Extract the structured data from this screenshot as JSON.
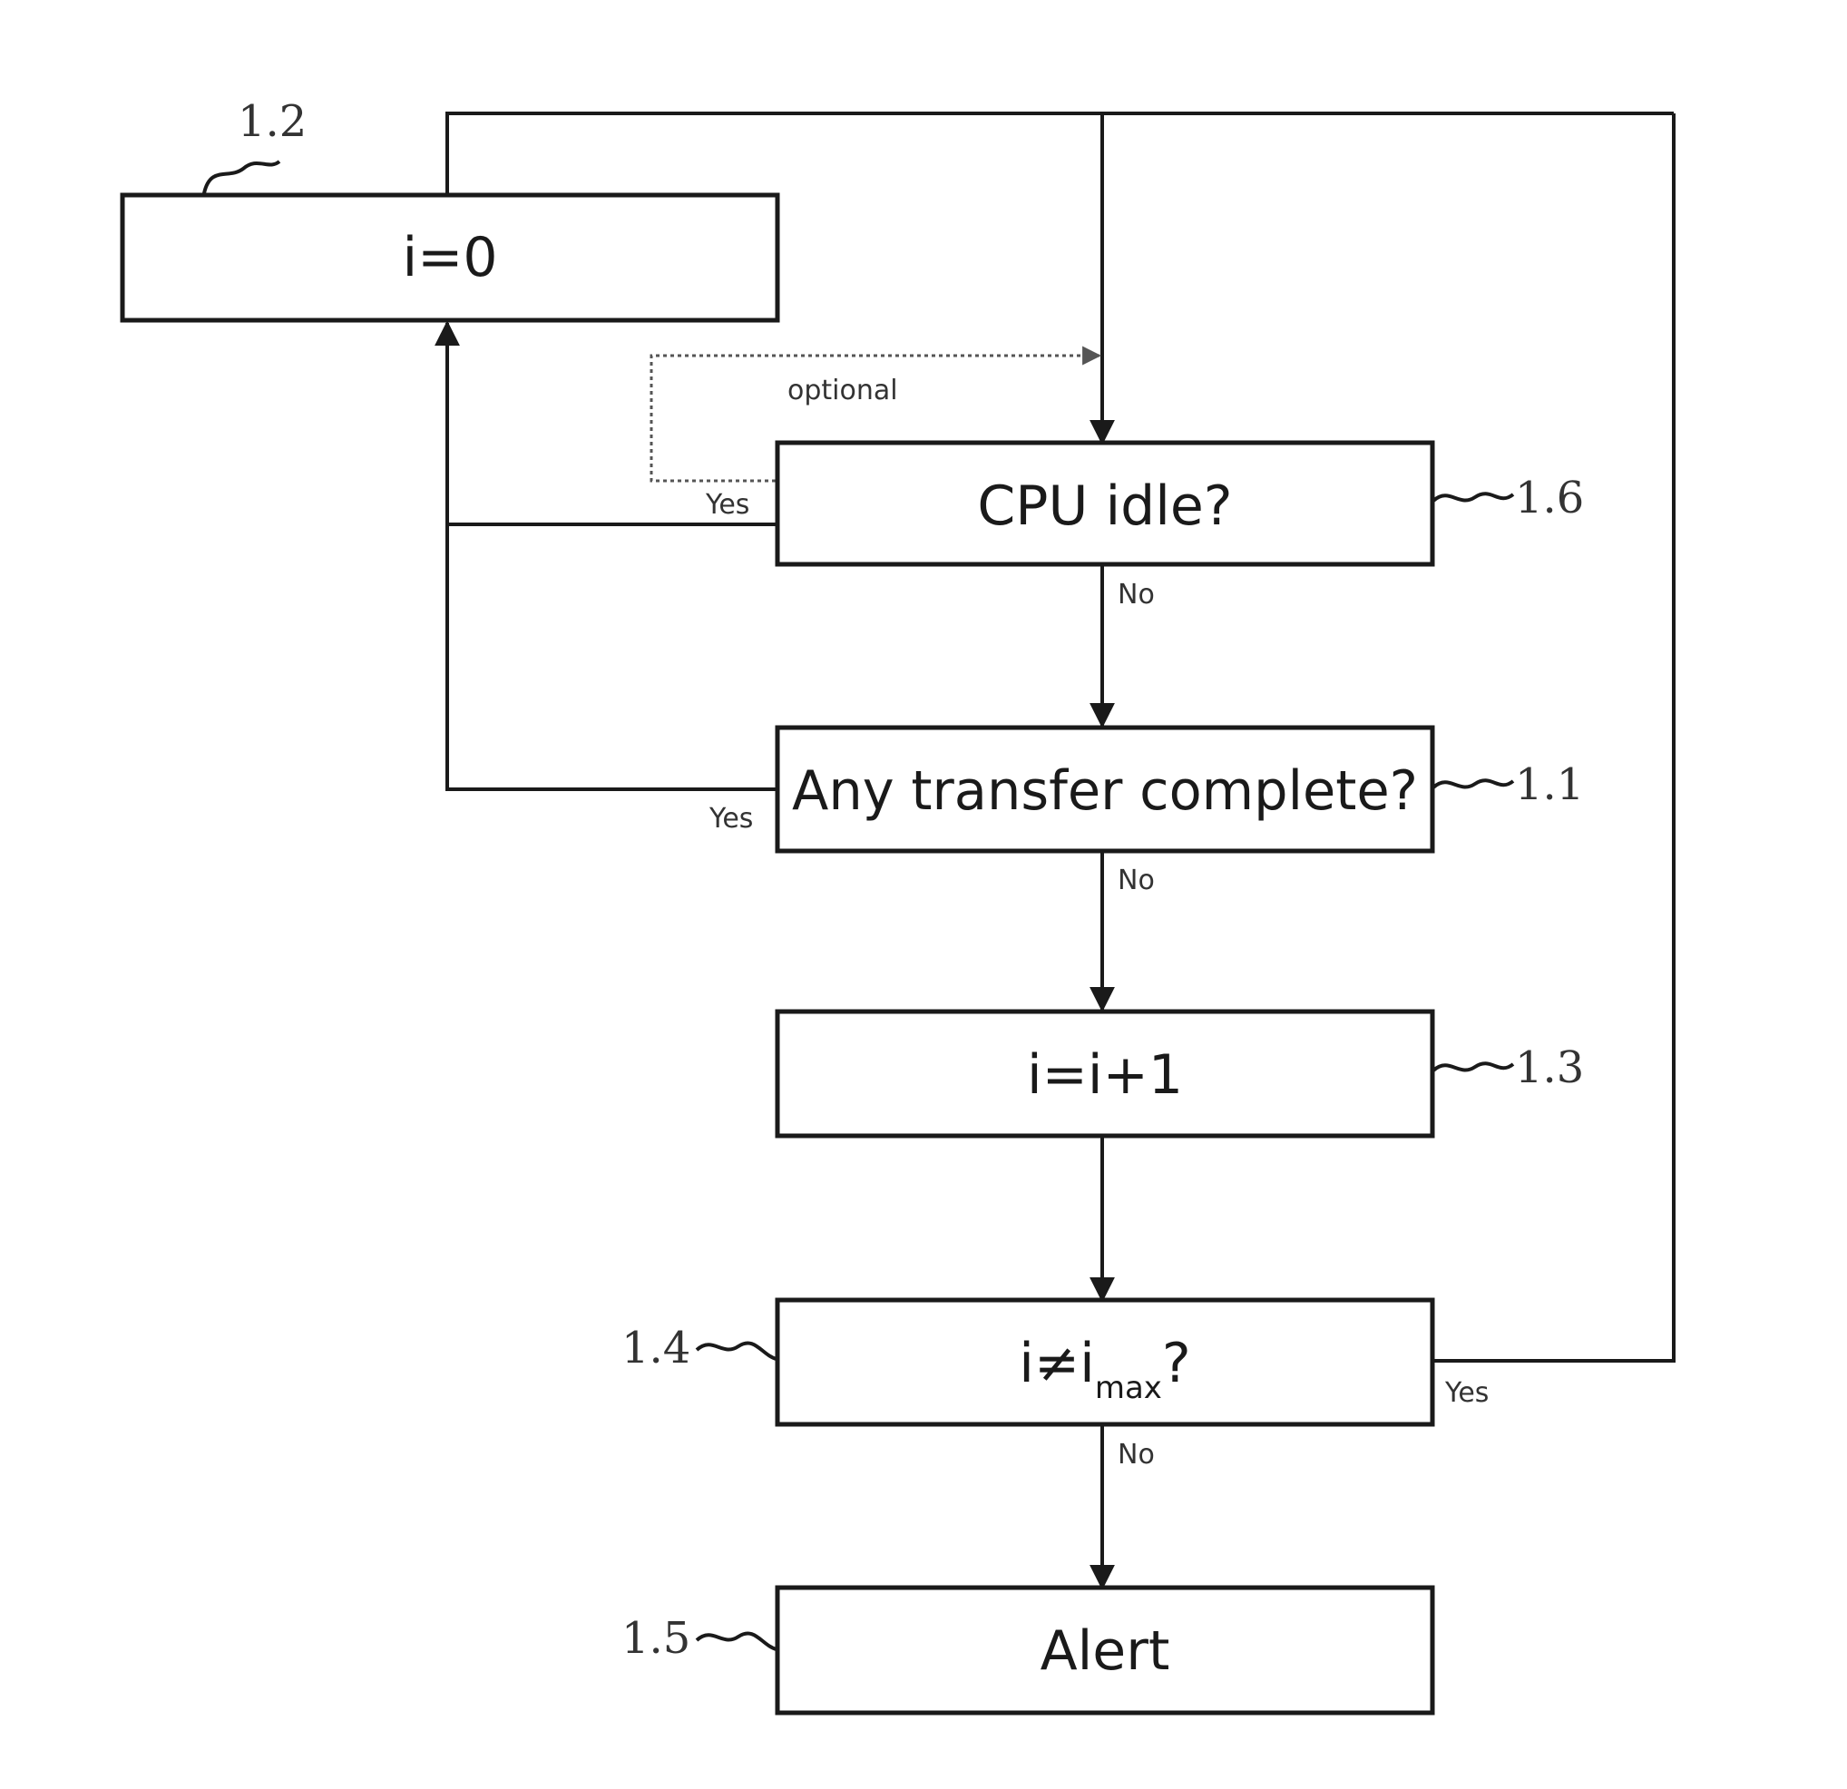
{
  "nodes": {
    "init": {
      "label": "i=0",
      "ref": "1.2"
    },
    "cpu_idle": {
      "label": "CPU idle?",
      "ref": "1.6"
    },
    "transfer": {
      "label": "Any transfer complete?",
      "ref": "1.1"
    },
    "increment": {
      "label": "i=i+1",
      "ref": "1.3"
    },
    "compare": {
      "label_main": "i≠i",
      "label_sub": "max",
      "label_tail": "?",
      "ref": "1.4"
    },
    "alert": {
      "label": "Alert",
      "ref": "1.5"
    }
  },
  "edges": {
    "optional": "optional",
    "cpu_yes": "Yes",
    "cpu_no": "No",
    "transfer_yes": "Yes",
    "transfer_no": "No",
    "compare_yes": "Yes",
    "compare_no": "No"
  }
}
